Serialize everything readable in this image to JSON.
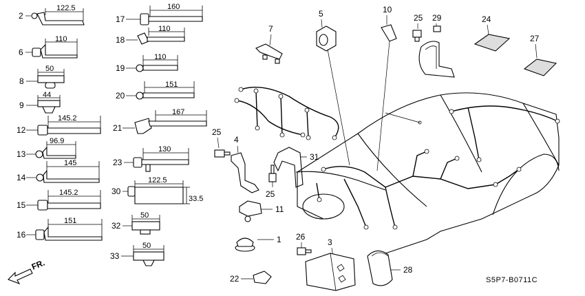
{
  "diagram": {
    "catalog_code": "S5P7-B0711C",
    "direction_label": "FR.",
    "clips": [
      {
        "callout": "2",
        "dimension": "122.5"
      },
      {
        "callout": "6",
        "dimension": "110"
      },
      {
        "callout": "8",
        "dimension": "50"
      },
      {
        "callout": "9",
        "dimension": "44"
      },
      {
        "callout": "12",
        "dimension": "145.2"
      },
      {
        "callout": "13",
        "dimension": "96.9"
      },
      {
        "callout": "14",
        "dimension": "145"
      },
      {
        "callout": "15",
        "dimension": "145.2"
      },
      {
        "callout": "16",
        "dimension": "151"
      },
      {
        "callout": "17",
        "dimension": "160"
      },
      {
        "callout": "18",
        "dimension": "110"
      },
      {
        "callout": "19",
        "dimension": "110"
      },
      {
        "callout": "20",
        "dimension": "151"
      },
      {
        "callout": "21",
        "dimension": "167"
      },
      {
        "callout": "23",
        "dimension": "130"
      },
      {
        "callout": "30",
        "dimension": "122.5",
        "dimension2": "33.5"
      },
      {
        "callout": "32",
        "dimension": "50"
      },
      {
        "callout": "33",
        "dimension": "50"
      }
    ],
    "parts": [
      {
        "callout": "1"
      },
      {
        "callout": "3"
      },
      {
        "callout": "4"
      },
      {
        "callout": "5"
      },
      {
        "callout": "7"
      },
      {
        "callout": "10"
      },
      {
        "callout": "11"
      },
      {
        "callout": "22"
      },
      {
        "callout": "24"
      },
      {
        "callout": "25"
      },
      {
        "callout": "25"
      },
      {
        "callout": "25"
      },
      {
        "callout": "26"
      },
      {
        "callout": "27"
      },
      {
        "callout": "28"
      },
      {
        "callout": "29"
      },
      {
        "callout": "31"
      }
    ]
  }
}
